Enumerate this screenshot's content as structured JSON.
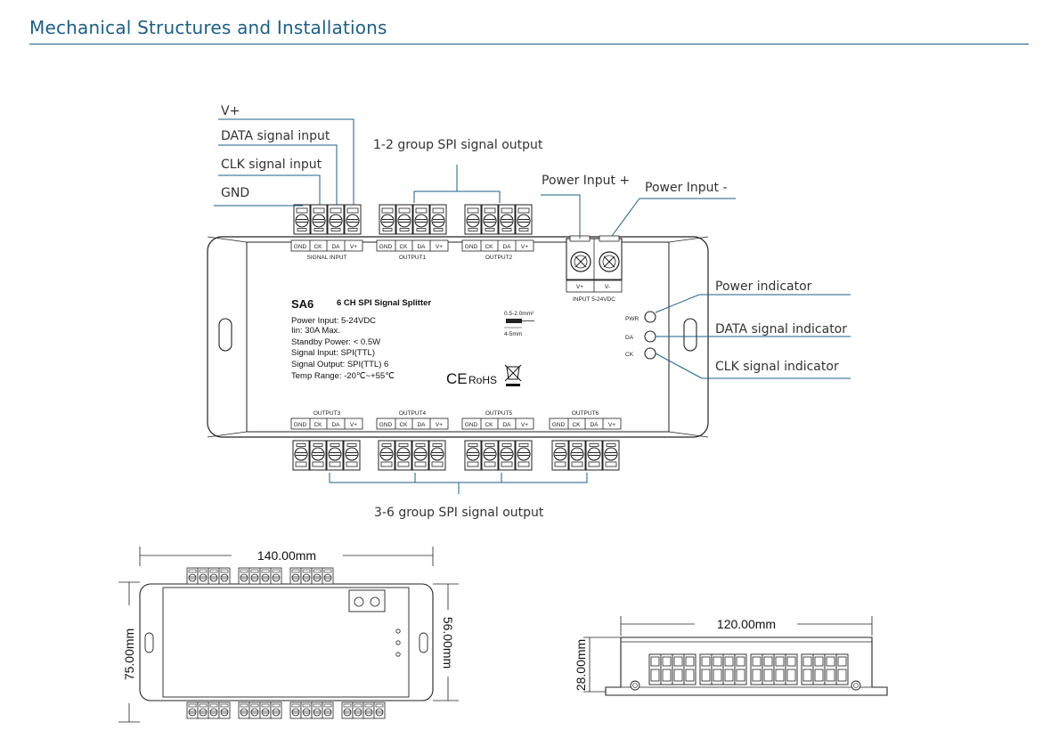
{
  "page_title": "Mechanical Structures and Installations",
  "callouts": {
    "vplus": "V+",
    "data_in": "DATA signal input",
    "clk_in": "CLK signal input",
    "gnd": "GND",
    "group12": "1-2 group SPI signal output",
    "pwr_plus": "Power Input +",
    "pwr_minus": "Power Input -",
    "pwr_ind": "Power indicator",
    "data_ind": "DATA signal indicator",
    "clk_ind": "CLK signal indicator",
    "group36": "3-6 group SPI signal output"
  },
  "pins": [
    "GND",
    "CK",
    "DA",
    "V+"
  ],
  "port_labels": {
    "signal_input": "SIGNAL INPUT",
    "out1": "OUTPUT1",
    "out2": "OUTPUT2",
    "out3": "OUTPUT3",
    "out4": "OUTPUT4",
    "out5": "OUTPUT5",
    "out6": "OUTPUT6"
  },
  "power_terminal": {
    "vplus": "V+",
    "vminus": "V-",
    "label": "INPUT 5-24VDC"
  },
  "indicators": {
    "pwr": "PWR",
    "da": "DA",
    "ck": "CK"
  },
  "product": {
    "model": "SA6",
    "name": "6 CH SPI Signal Splitter",
    "specs": [
      "Power Input: 5-24VDC",
      "Iin: 30A Max.",
      "Standby Power: < 0.5W",
      "Signal Input: SPI(TTL)",
      "Signal Output: SPI(TTL) 6",
      "Temp Range: -20℃~+55℃"
    ],
    "wire_strip_top": "0.5-2.0mm²",
    "wire_strip_bottom": "4-5mm",
    "ce": "CE",
    "rohs": "RoHS"
  },
  "dimensions": {
    "top_width": "140.00mm",
    "top_height": "75.00mm",
    "top_inner_height": "56.00mm",
    "side_width": "120.00mm",
    "side_height": "28.00mm"
  }
}
